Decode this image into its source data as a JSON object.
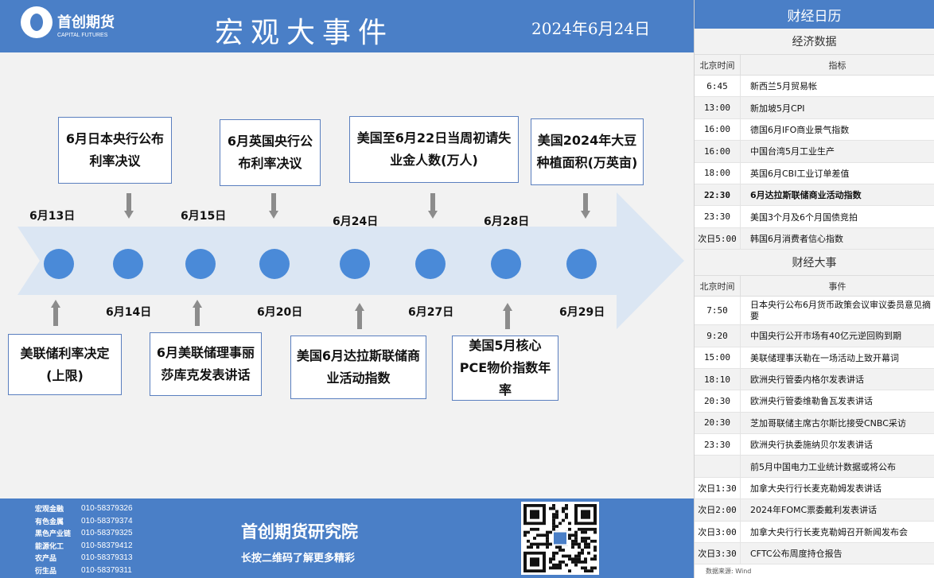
{
  "header": {
    "logo_cn": "首创期货",
    "logo_en": "CAPITAL FUTURES",
    "title": "宏观大事件",
    "date": "2024年6月24日"
  },
  "timeline": {
    "top_dates": [
      "6月13日",
      "6月15日",
      "6月24日",
      "6月28日"
    ],
    "bottom_dates": [
      "6月14日",
      "6月20日",
      "6月27日",
      "6月29日"
    ],
    "top_events": [
      "6月日本央行公布利率决议",
      "6月英国央行公布利率决议",
      "美国至6月22日当周初请失业金人数(万人)",
      "美国2024年大豆种植面积(万英亩)"
    ],
    "bottom_events": [
      "美联储利率决定(上限)",
      "6月美联储理事丽莎库克发表讲话",
      "美国6月达拉斯联储商业活动指数",
      "美国5月核心PCE物价指数年率"
    ]
  },
  "footer": {
    "contacts": [
      {
        "label": "宏观金融",
        "phone": "010-58379326"
      },
      {
        "label": "有色金属",
        "phone": "010-58379374"
      },
      {
        "label": "黑色产业链",
        "phone": "010-58379325"
      },
      {
        "label": "能源化工",
        "phone": "010-58379412"
      },
      {
        "label": "农产品",
        "phone": "010-58379313"
      },
      {
        "label": "衍生品",
        "phone": "010-58379311"
      }
    ],
    "institute": "首创期货研究院",
    "slogan": "长按二维码了解更多精彩"
  },
  "calendar": {
    "title": "财经日历",
    "econ_section": "经济数据",
    "econ_headers": {
      "time": "北京时间",
      "desc": "指标"
    },
    "econ_rows": [
      {
        "time": "6:45",
        "desc": "新西兰5月贸易帐"
      },
      {
        "time": "13:00",
        "desc": "新加坡5月CPI"
      },
      {
        "time": "16:00",
        "desc": "德国6月IFO商业景气指数"
      },
      {
        "time": "16:00",
        "desc": "中国台湾5月工业生产"
      },
      {
        "time": "18:00",
        "desc": "英国6月CBI工业订单差值"
      },
      {
        "time": "22:30",
        "desc": "6月达拉斯联储商业活动指数"
      },
      {
        "time": "23:30",
        "desc": "美国3个月及6个月国债竞拍"
      },
      {
        "time": "次日5:00",
        "desc": "韩国6月消费者信心指数"
      }
    ],
    "events_section": "财经大事",
    "event_headers": {
      "time": "北京时间",
      "desc": "事件"
    },
    "event_rows": [
      {
        "time": "7:50",
        "desc": "日本央行公布6月货币政策会议审议委员意见摘要"
      },
      {
        "time": "9:20",
        "desc": "中国央行公开市场有40亿元逆回购到期"
      },
      {
        "time": "15:00",
        "desc": "美联储理事沃勒在一场活动上致开幕词"
      },
      {
        "time": "18:10",
        "desc": "欧洲央行管委内格尔发表讲话"
      },
      {
        "time": "20:30",
        "desc": "欧洲央行管委维勒鲁瓦发表讲话"
      },
      {
        "time": "20:30",
        "desc": "芝加哥联储主席古尔斯比接受CNBC采访"
      },
      {
        "time": "23:30",
        "desc": "欧洲央行执委施纳贝尔发表讲话"
      },
      {
        "time": "",
        "desc": "前5月中国电力工业统计数据或将公布"
      },
      {
        "time": "次日1:30",
        "desc": "加拿大央行行长麦克勒姆发表讲话"
      },
      {
        "time": "次日2:00",
        "desc": "2024年FOMC票委戴利发表讲话"
      },
      {
        "time": "次日3:00",
        "desc": "加拿大央行行长麦克勒姆召开新闻发布会"
      },
      {
        "time": "次日3:30",
        "desc": "CFTC公布周度持仓报告"
      }
    ],
    "source": "数据来源: Wind"
  }
}
